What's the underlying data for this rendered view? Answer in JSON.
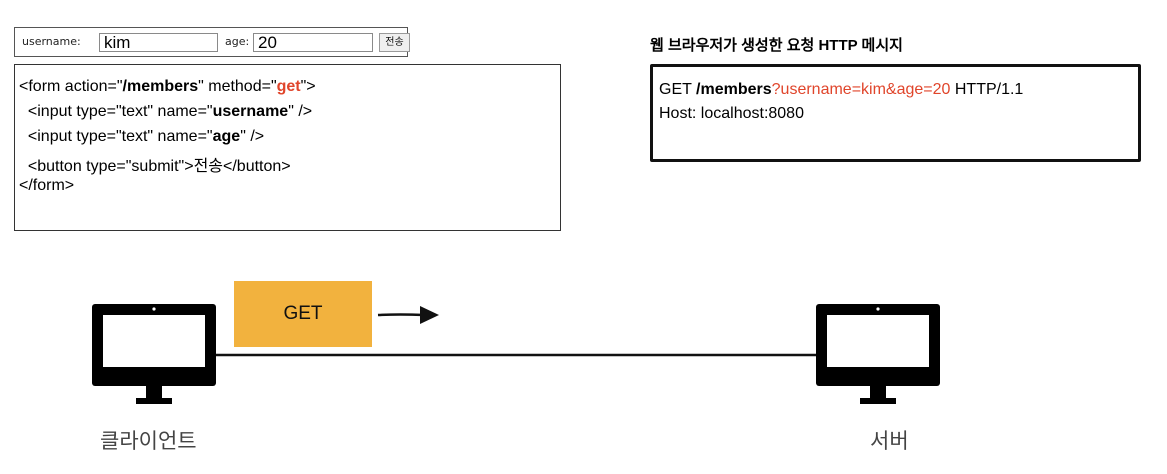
{
  "form_preview": {
    "username_label": "username:",
    "username_value": "kim",
    "age_label": "age:",
    "age_value": "20",
    "submit_label": "전송"
  },
  "code": {
    "line1": {
      "p1": "<form action=\"",
      "p2": "/members",
      "p3": "\" method=\"",
      "p4": "get",
      "p5": "\">"
    },
    "line2": {
      "p1": "  <input type=\"text\" name=\"",
      "p2": "username",
      "p3": "\" />"
    },
    "line3": {
      "p1": "  <input type=\"text\" name=\"",
      "p2": "age",
      "p3": "\" />"
    },
    "line4": "  <button type=\"submit\">전송</button>",
    "line5": "</form>"
  },
  "http_message": {
    "title": "웹 브라우저가 생성한 요청 HTTP 메시지",
    "request_line": {
      "method": "GET ",
      "path": "/members",
      "query": "?username=kim&age=20",
      "version": " HTTP/1.1"
    },
    "host_line": "Host: localhost:8080"
  },
  "diagram": {
    "method_label": "GET",
    "client_label": "클라이언트",
    "server_label": "서버"
  },
  "colors": {
    "highlight": "#e0452b",
    "method_box": "#f2b23e"
  }
}
